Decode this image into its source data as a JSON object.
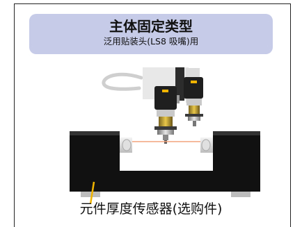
{
  "header": {
    "title": "主体固定类型",
    "subtitle": "泛用贴装头(LS8 吸嘴)用"
  },
  "caption": "元件厚度传感器(选购件)",
  "colors": {
    "header_bg": "#c6cbe8",
    "block": "#111111",
    "laser": "#f2a27a",
    "indicator": "#f0b400"
  }
}
